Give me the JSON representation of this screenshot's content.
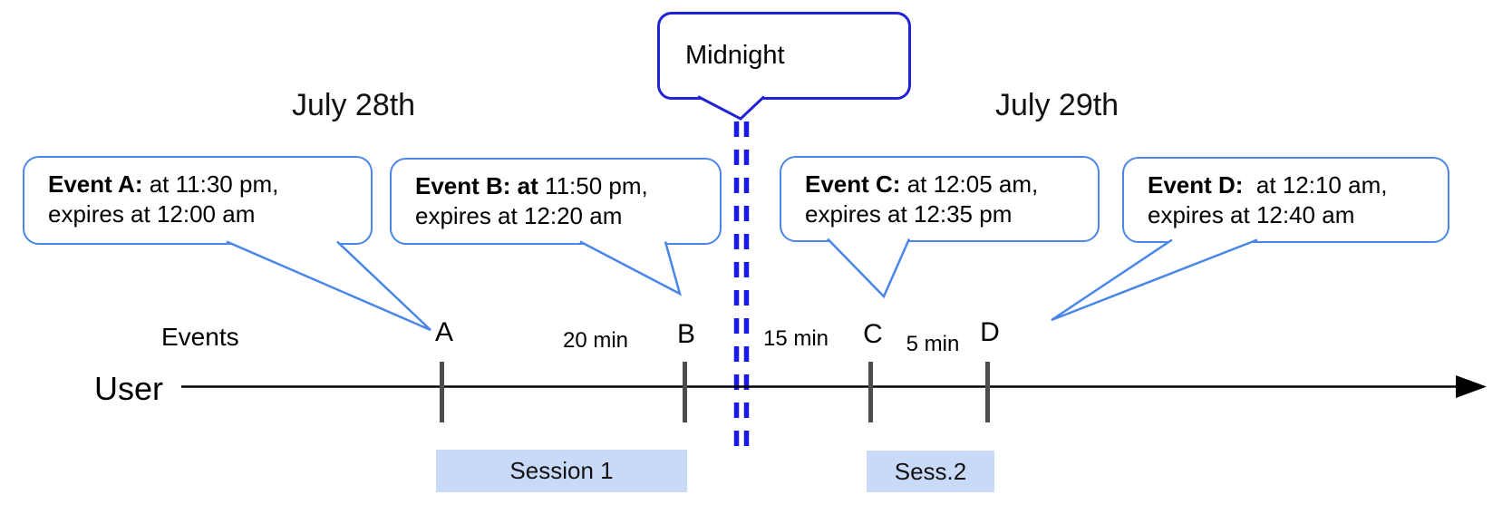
{
  "headings": {
    "left_day": "July 28th",
    "right_day": "July 29th"
  },
  "midnight": {
    "label": "Midnight"
  },
  "callouts": [
    {
      "event": "A",
      "bold": "Event A:",
      "rest": " at 11:30 pm,",
      "line2": "expires at 12:00 am"
    },
    {
      "event": "B",
      "bold": "Event B: at",
      "rest": " 11:50 pm,",
      "line2": "expires at 12:20 am"
    },
    {
      "event": "C",
      "bold": "Event C:",
      "rest": " at 12:05 am,",
      "line2": "expires at 12:35 pm"
    },
    {
      "event": "D",
      "bold": "Event D:",
      "rest": "  at 12:10 am,",
      "line2": "expires at 12:40 am"
    }
  ],
  "timeline": {
    "events_label": "Events",
    "user_label": "User",
    "ticks": [
      "A",
      "B",
      "C",
      "D"
    ],
    "gaps": [
      "20 min",
      "15 min",
      "5 min"
    ],
    "sessions": [
      "Session 1",
      "Sess.2"
    ]
  },
  "colors": {
    "callout_border": "#4a86e8",
    "midnight_border": "#2222d6",
    "dash_color": "#1a1ae8",
    "session_fill": "#c9daf8",
    "tick_color": "#4d4d4d",
    "axis_color": "#000000"
  }
}
